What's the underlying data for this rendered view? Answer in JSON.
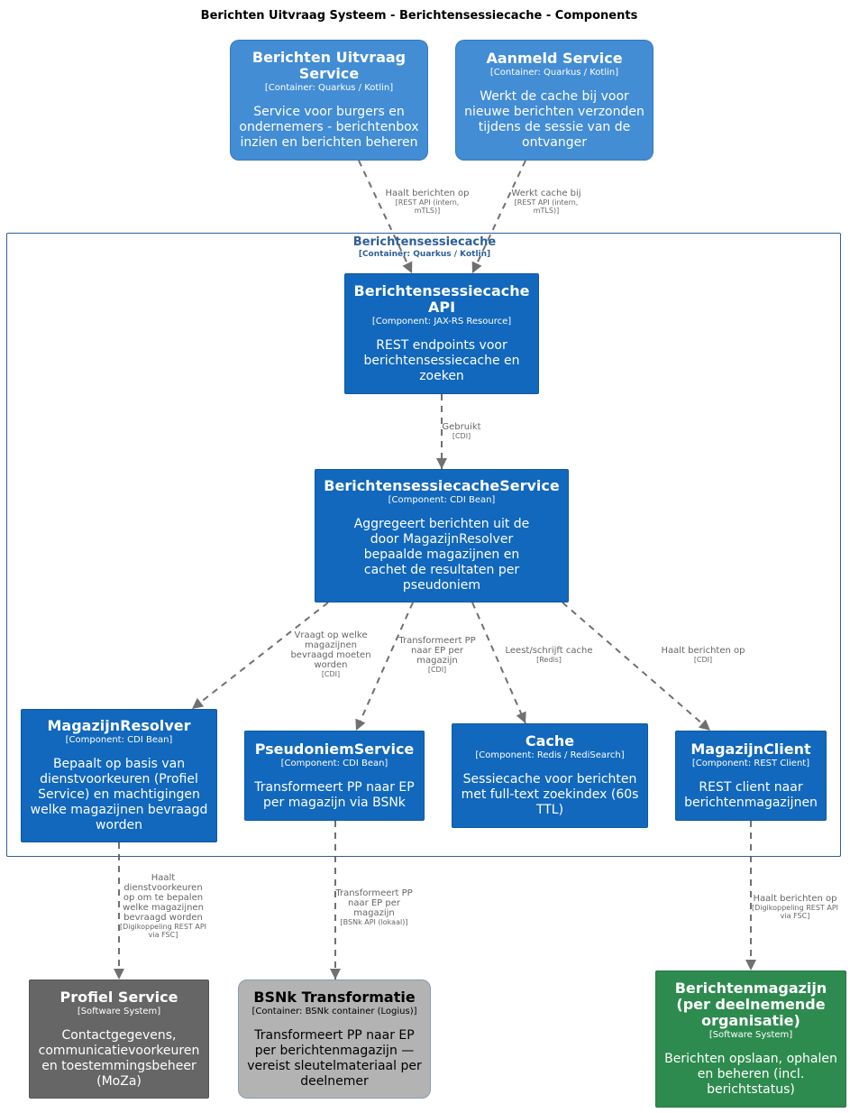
{
  "title": "Berichten Uitvraag Systeem - Berichtensessiecache - Components",
  "boundary": {
    "name": "Berichtensessiecache",
    "tech": "[Container: Quarkus / Kotlin]"
  },
  "nodes": {
    "uitvraag": {
      "name_lines": [
        "Berichten Uitvraag",
        "Service"
      ],
      "tech": "[Container: Quarkus / Kotlin]",
      "desc_lines": [
        "Service voor burgers en",
        "ondernemers - berichtenbox",
        "inzien en berichten beheren"
      ]
    },
    "aanmeld": {
      "name_lines": [
        "Aanmeld Service"
      ],
      "tech": "[Container: Quarkus / Kotlin]",
      "desc_lines": [
        "Werkt de cache bij voor",
        "nieuwe berichten verzonden",
        "tijdens de sessie van de",
        "ontvanger"
      ]
    },
    "api": {
      "name_lines": [
        "Berichtensessiecache",
        "API"
      ],
      "tech": "[Component: JAX-RS Resource]",
      "desc_lines": [
        "REST endpoints voor",
        "berichtensessiecache en",
        "zoeken"
      ]
    },
    "service": {
      "name_lines": [
        "BerichtensessiecacheService"
      ],
      "tech": "[Component: CDI Bean]",
      "desc_lines": [
        "Aggregeert berichten uit de",
        "door MagazijnResolver",
        "bepaalde magazijnen en",
        "cachet de resultaten per",
        "pseudoniem"
      ]
    },
    "resolver": {
      "name_lines": [
        "MagazijnResolver"
      ],
      "tech": "[Component: CDI Bean]",
      "desc_lines": [
        "Bepaalt op basis van",
        "dienstvoorkeuren (Profiel",
        "Service) en machtigingen",
        "welke magazijnen bevraagd",
        "worden"
      ]
    },
    "pseudoniem": {
      "name_lines": [
        "PseudoniemService"
      ],
      "tech": "[Component: CDI Bean]",
      "desc_lines": [
        "Transformeert PP naar EP",
        "per magazijn via BSNk"
      ]
    },
    "cache": {
      "name_lines": [
        "Cache"
      ],
      "tech": "[Component: Redis / RediSearch]",
      "desc_lines": [
        "Sessiecache voor berichten",
        "met full-text zoekindex (60s",
        "TTL)"
      ]
    },
    "client": {
      "name_lines": [
        "MagazijnClient"
      ],
      "tech": "[Component: REST Client]",
      "desc_lines": [
        "REST client naar",
        "berichtenmagazijnen"
      ]
    },
    "profiel": {
      "name_lines": [
        "Profiel Service"
      ],
      "tech": "[Software System]",
      "desc_lines": [
        "Contactgegevens,",
        "communicatievoorkeuren",
        "en toestemmingsbeheer",
        "(MoZa)"
      ]
    },
    "bsnk": {
      "name_lines": [
        "BSNk Transformatie"
      ],
      "tech": "[Container: BSNk container (Logius)]",
      "desc_lines": [
        "Transformeert PP naar EP",
        "per berichtenmagazijn —",
        "vereist sleutelmateriaal per",
        "deelnemer"
      ]
    },
    "magazijn": {
      "name_lines": [
        "Berichtenmagazijn",
        "(per deelnemende",
        "organisatie)"
      ],
      "tech": "[Software System]",
      "desc_lines": [
        "Berichten opslaan, ophalen",
        "en beheren (incl.",
        "berichtstatus)"
      ]
    }
  },
  "edges": [
    {
      "id": "uitvraag-api",
      "label_lines": [
        "Haalt berichten op"
      ],
      "tech_lines": [
        "[REST API (intern,",
        "mTLS)]"
      ]
    },
    {
      "id": "aanmeld-api",
      "label_lines": [
        "Werkt cache bij"
      ],
      "tech_lines": [
        "[REST API (intern,",
        "mTLS)]"
      ]
    },
    {
      "id": "api-service",
      "label_lines": [
        "Gebruikt"
      ],
      "tech_lines": [
        "[CDI]"
      ]
    },
    {
      "id": "service-resolver",
      "label_lines": [
        "Vraagt op welke",
        "magazijnen",
        "bevraagd moeten",
        "worden"
      ],
      "tech_lines": [
        "[CDI]"
      ]
    },
    {
      "id": "service-pseudoniem",
      "label_lines": [
        "Transformeert PP",
        "naar EP per",
        "magazijn"
      ],
      "tech_lines": [
        "[CDI]"
      ]
    },
    {
      "id": "service-cache",
      "label_lines": [
        "Leest/schrijft cache"
      ],
      "tech_lines": [
        "[Redis]"
      ]
    },
    {
      "id": "service-client",
      "label_lines": [
        "Haalt berichten op"
      ],
      "tech_lines": [
        "[CDI]"
      ]
    },
    {
      "id": "resolver-profiel",
      "label_lines": [
        "Haalt",
        "dienstvoorkeuren",
        "op om te bepalen",
        "welke magazijnen",
        "bevraagd worden"
      ],
      "tech_lines": [
        "[Digikoppeling REST API",
        "via FSC]"
      ]
    },
    {
      "id": "pseudoniem-bsnk",
      "label_lines": [
        "Transformeert PP",
        "naar EP per",
        "magazijn"
      ],
      "tech_lines": [
        "[BSNk API (lokaal)]"
      ]
    },
    {
      "id": "client-magazijn",
      "label_lines": [
        "Haalt berichten op"
      ],
      "tech_lines": [
        "[Digikoppeling REST API",
        "via FSC]"
      ]
    }
  ]
}
